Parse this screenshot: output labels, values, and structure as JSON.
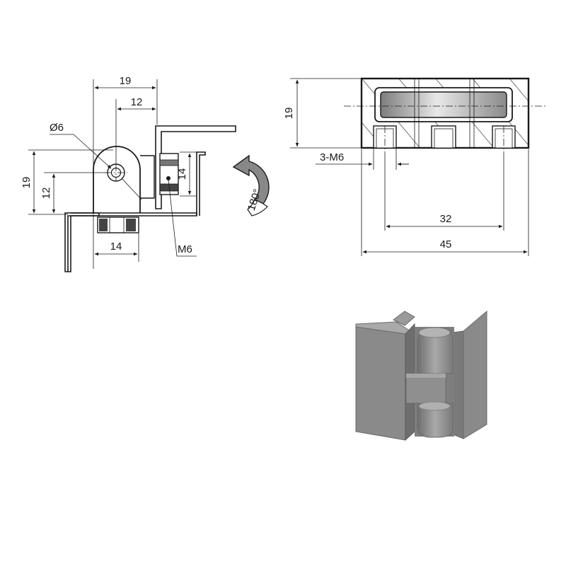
{
  "side_view": {
    "dim_top_width": "19",
    "dim_offset": "12",
    "dim_hole": "Ø6",
    "dim_height": "19",
    "dim_pivot_height": "12",
    "dim_nut_height": "14",
    "dim_base_width": "14",
    "dim_thread": "M6"
  },
  "rotation_label": "180°",
  "top_view": {
    "dim_thickness": "19",
    "dim_holes": "3-M6",
    "dim_pitch": "32",
    "dim_length": "45"
  },
  "colors": {
    "line": "#1a1a1a",
    "render_body": "#8a8a8a",
    "render_dark": "#6e6e6e",
    "render_light": "#a9a9a9",
    "insert_gradient_light": "#e8e8e8",
    "insert_gradient_dark": "#7d7d7d"
  }
}
